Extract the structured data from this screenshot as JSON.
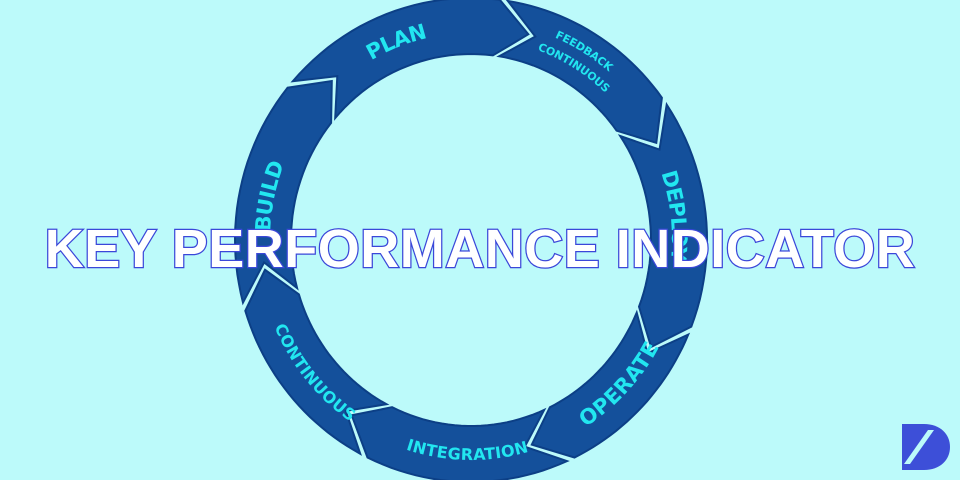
{
  "colors": {
    "background": "#bcfafa",
    "arrow_fill": "#14509b",
    "arrow_outline": "#0c3f86",
    "label": "#22e6f0",
    "headline_fill": "#ffffff",
    "headline_outline": "#3b47d9",
    "logo": "#3d4fd8"
  },
  "cycle": {
    "stages": [
      {
        "id": "plan",
        "label": "PLAN"
      },
      {
        "id": "continuous-feedback",
        "label": "CONTINUOUS",
        "label_line2": "FEEDBACK"
      },
      {
        "id": "deploy",
        "label": "DEPLOY"
      },
      {
        "id": "operate",
        "label": "OPERATE"
      },
      {
        "id": "integration",
        "label": "INTEGRATION"
      },
      {
        "id": "continuous",
        "label": "CONTINUOUS"
      },
      {
        "id": "build",
        "label": "BUILD"
      }
    ]
  },
  "headline": "KEY PERFORMANCE INDICATOR",
  "logo": {
    "icon": "brand-d-logo-icon"
  }
}
